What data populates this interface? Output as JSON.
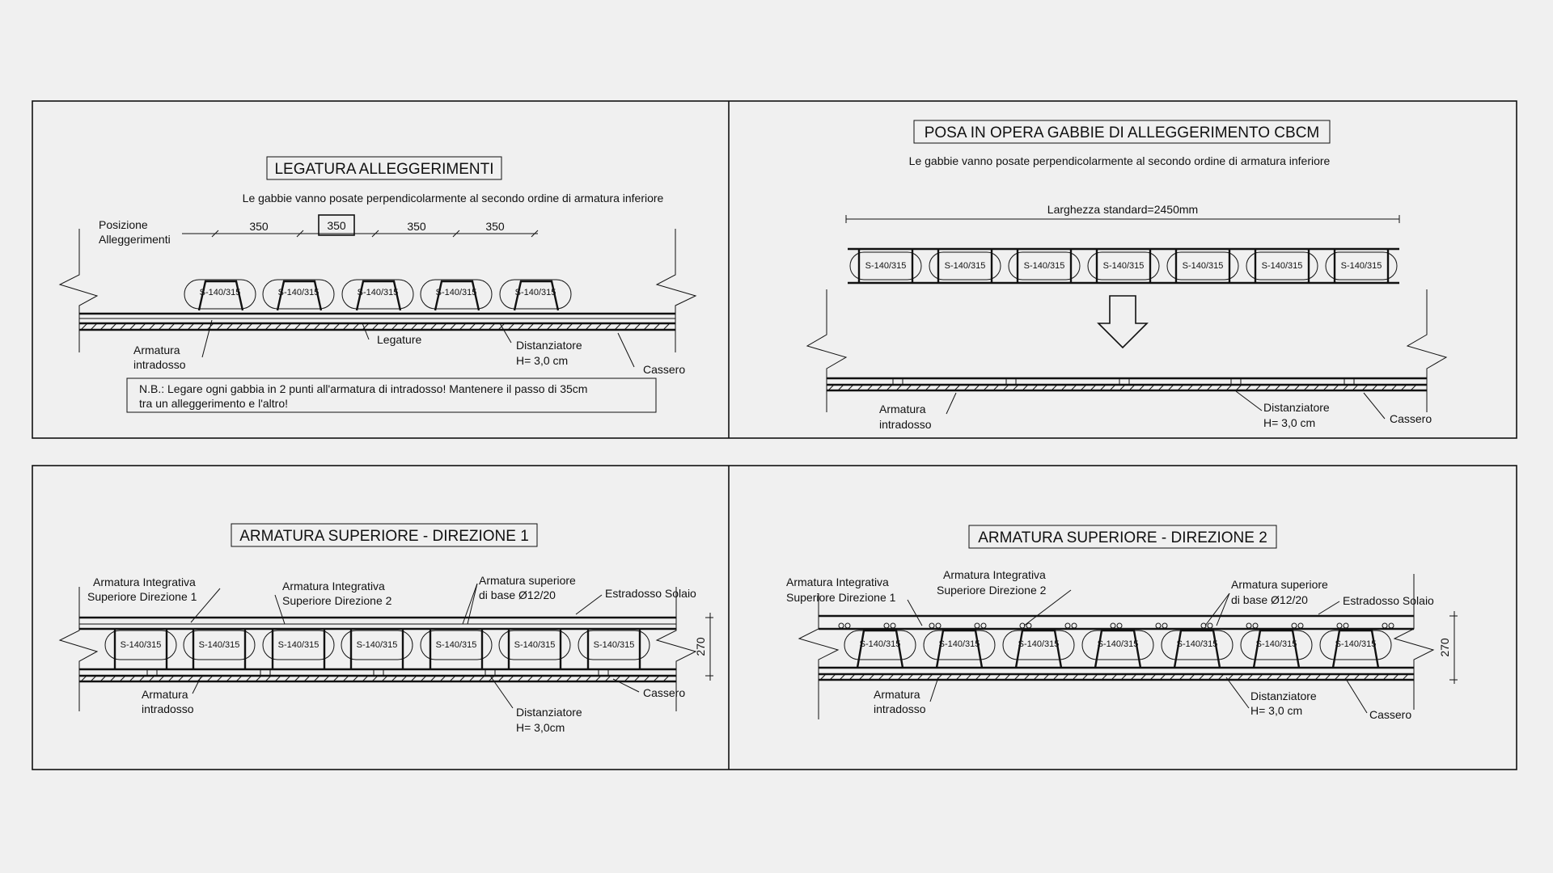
{
  "panel1": {
    "title": "LEGATURA ALLEGGERIMENTI",
    "subtitle": "Le gabbie vanno posate perpendicolarmente al secondo ordine di armatura inferiore",
    "position_label_1": "Posizione",
    "position_label_2": "Alleggerimenti",
    "spacings": [
      "350",
      "350",
      "350",
      "350"
    ],
    "cage_label": "S-140/315",
    "labels": {
      "armatura_1": "Armatura",
      "armatura_2": "intradosso",
      "legature": "Legature",
      "distanziatore_1": "Distanziatore",
      "distanziatore_2": "H= 3,0 cm",
      "cassero": "Cassero"
    },
    "note_1": "N.B.: Legare ogni gabbia in 2 punti all'armatura di intradosso! Mantenere il passo di 35cm",
    "note_2": "tra un alleggerimento e l'altro!"
  },
  "panel2": {
    "title": "POSA IN OPERA GABBIE DI ALLEGGERIMENTO CBCM",
    "subtitle": "Le gabbie vanno posate perpendicolarmente al secondo ordine di armatura inferiore",
    "width_label": "Larghezza standard=2450mm",
    "cage_label": "S-140/315",
    "labels": {
      "armatura_1": "Armatura",
      "armatura_2": "intradosso",
      "distanziatore_1": "Distanziatore",
      "distanziatore_2": "H= 3,0 cm",
      "cassero": "Cassero"
    }
  },
  "panel3": {
    "title": "ARMATURA SUPERIORE - DIREZIONE 1",
    "cage_label": "S-140/315",
    "dimension": "270",
    "labels": {
      "integrativa1_1": "Armatura Integrativa",
      "integrativa1_2": "Superiore Direzione 1",
      "integrativa2_1": "Armatura Integrativa",
      "integrativa2_2": "Superiore Direzione 2",
      "superiore_1": "Armatura superiore",
      "superiore_2": "di base Ø12/20",
      "estradosso": "Estradosso Solaio",
      "armatura_1": "Armatura",
      "armatura_2": "intradosso",
      "distanziatore_1": "Distanziatore",
      "distanziatore_2": "H= 3,0cm",
      "cassero": "Cassero"
    }
  },
  "panel4": {
    "title": "ARMATURA SUPERIORE - DIREZIONE 2",
    "cage_label": "S-140/315",
    "dimension": "270",
    "labels": {
      "integrativa1_1": "Armatura Integrativa",
      "integrativa1_2": "Superiore Direzione 1",
      "integrativa2_1": "Armatura Integrativa",
      "integrativa2_2": "Superiore Direzione 2",
      "superiore_1": "Armatura superiore",
      "superiore_2": "di base Ø12/20",
      "estradosso": "Estradosso Solaio",
      "armatura_1": "Armatura",
      "armatura_2": "intradosso",
      "distanziatore_1": "Distanziatore",
      "distanziatore_2": "H= 3,0 cm",
      "cassero": "Cassero"
    }
  }
}
